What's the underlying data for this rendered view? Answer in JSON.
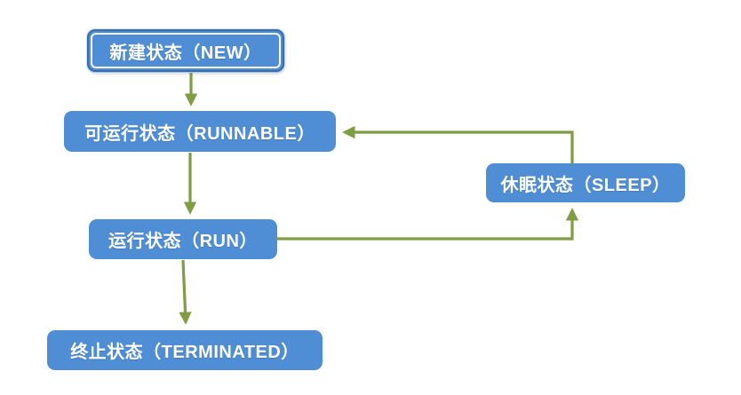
{
  "diagram": {
    "nodes": {
      "new": {
        "label": "新建状态（NEW）"
      },
      "runnable": {
        "label": "可运行状态（RUNNABLE）"
      },
      "sleep": {
        "label": "休眠状态（SLEEP）"
      },
      "run": {
        "label": "运行状态（RUN）"
      },
      "terminated": {
        "label": "终止状态（TERMINATED）"
      }
    },
    "edges": [
      {
        "from": "new",
        "to": "runnable"
      },
      {
        "from": "runnable",
        "to": "run"
      },
      {
        "from": "run",
        "to": "terminated"
      },
      {
        "from": "run",
        "to": "sleep"
      },
      {
        "from": "sleep",
        "to": "runnable"
      }
    ],
    "colors": {
      "node_fill": "#4f8ed4",
      "node_frame_dark": "#3a6ea8",
      "node_frame_inner": "#ffffff",
      "arrow": "#7f9d43",
      "node_text": "#ffffff",
      "page_bg": "#ffffff"
    }
  }
}
